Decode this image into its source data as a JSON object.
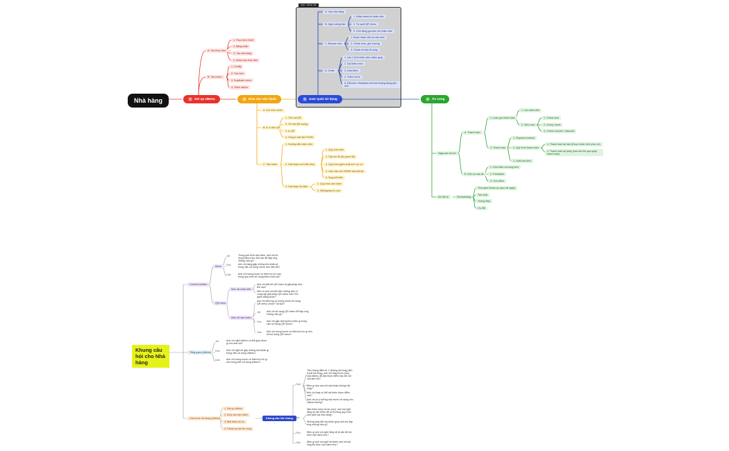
{
  "mindmap1": {
    "root": "Nhà hàng",
    "branches": [
      {
        "num": "1",
        "label": "Set up zMenu",
        "color": "#e8322b",
        "children": [
          {
            "label": "A.  Tạo thực đơn",
            "children": [
              "1.   Thực đơn Chiết",
              "2.   Bảng nhẫn",
              "3.   Tạo nhà hàng",
              "4.   Nhóm tạo thực đơn"
            ]
          },
          {
            "label": "B.  Tạo menu",
            "children": [
              "1.   Config",
              "2.   Tạo món",
              "3.   Duplicate menu",
              "4.   Thêm admin"
            ]
          }
        ]
      },
      {
        "num": "2",
        "label": "Đưa vào vận hành",
        "color": "#f2a60f",
        "children": [
          {
            "label": "A.  Gọi món chính",
            "children": []
          },
          {
            "label": "B.  In & dán QR",
            "children": [
              "1.   Thử mã QR",
              "2.   Tối mã QR xuống",
              "3.   In QR",
              "4.   Cũng ở dán Bộ POSM"
            ]
          },
          {
            "label": "C.  Vận hành",
            "children": [
              "1.   Hướng dẫn nhân viên",
              "2.   Giai đoạn mới triển khai",
              "3.   Giai đoạn ổn định"
            ]
          }
        ],
        "deep": {
          "C2": [
            "1.   Quy trình đơn",
            "2.   Tập tìm lỗi (Ko quen lỗi)",
            "3.   Quy trình giảm xuất sử lí sự cố",
            "4.   Làm việc với OWNR của đối tác",
            "5.   Sug phổ biến"
          ],
          "C3": [
            "1.   Quy trình vận hành",
            "2.   Willingness to use"
          ]
        }
      },
      {
        "num": "3",
        "label": "User quát sử dụng",
        "color": "#2b4ad6",
        "box_label": "User - Ghost role",
        "children": [
          {
            "label": "A.  Vào cửa hàng",
            "children": []
          },
          {
            "label": "B.  Ngồi xuống bàn",
            "children": [
              "1.   Nhận menu từ nhân viên",
              "2.   Tự quét QR menu",
              "3.   Chủ động gọi món với nhân viên"
            ]
          },
          {
            "label": "C.  Browse món",
            "children": [
              "1.   Được nhân viên tư vấn món",
              "2.   Check món, giá, hướng",
              "3.   Check rồi bạn đi cùng"
            ]
          },
          {
            "label": "D.  Order",
            "children": [
              "1.   Lần 1 (Khi nhân viên nhắm qua)",
              "2.   Gọi thêm món",
              "3.   Hóa thêm",
              "4.   Thêm nước",
              "5.   Đổi món / feedback khi món không đúng yêu cầu"
            ]
          }
        ]
      },
      {
        "num": "4",
        "label": "Ăn xong",
        "color": "#2aa52f",
        "children": [
          {
            "label": "Ngay sau khi ăn",
            "children": [
              "A.  Thanh toán",
              "B.  Dịch vụ sau ăn"
            ]
          },
          {
            "label": "Khi đã về",
            "children": [
              "Remarketing"
            ]
          }
        ],
        "deep": {
          "thanh_toan": [
            "1.   Lean gọi thanh toán",
            "2.   Thanh toán"
          ],
          "lean_goi": [
            "1.   Gọi nhân viên",
            "2.   Xem món"
          ],
          "xem_mon": [
            "1.   Check món",
            "2.   Group check",
            "3.   Check voucher / discount"
          ],
          "thanh_toan2": [
            "1.   Payment method",
            "2.   Quy trình thanh toán",
            "3.   Xuất hóa đơn"
          ],
          "quy_trinh": [
            "1.   Thanh toán tại bàn (Được nhân viên phục vụ)",
            "2.   Thanh toán tại quầy (sau cần khi qua quầy thanh toán)"
          ],
          "dich_vu": [
            "1.   Giới thiệu chương trình",
            "2.   Feedback",
            "3.   Tích điểm"
          ],
          "remarketing": [
            "Thời gian follow-up (sau vài ngày)",
            "Tần suất",
            "Thông điệp",
            "Ưu đãi"
          ]
        }
      }
    ]
  },
  "mindmap2": {
    "root": "Khung câu hỏi cho Nhà hàng",
    "sections": [
      {
        "label": "Current solution",
        "groups": [
          {
            "label": "Menu",
            "items": [
              {
                "tag": "Job",
                "text": "Trong quá trình vận hành, anh chị sử dụng Menu như thế nào để đáp ứng những việc gì?"
              },
              {
                "tag": "Pain",
                "text": "Anh chị đang gặp những khó khăn gì trong việc sử dụng menu như hiện tại?"
              },
              {
                "tag": "Gain",
                "text": "Anh chị mong muốn có thêm lợi ích nào trong quá trình sử dụng Menu hiện tại?"
              }
            ]
          },
          {
            "label": "QR menu",
            "sub": [
              {
                "label": "Mức độ nhận biết",
                "items": [
                  {
                    "tag": "",
                    "text": "Anh chị biết tới QR menu là giải pháp như thế nào?"
                  },
                  {
                    "tag": "",
                    "text": "Nếu có anh chị biết đến những đơn vị cung cấp giải pháp QR menu nào? Đo gánh bằng được?"
                  }
                ]
              },
              {
                "label": "Mức độ vận nhiều",
                "items": [
                  {
                    "tag": "",
                    "text": "Anh chị đã từng có mong muốn sử dụng QR menu chưa? Tại sao?"
                  },
                  {
                    "tag": "Job",
                    "text": "Anh chị sử dụng QR menu để đáp ứng những việc gì?"
                  },
                  {
                    "tag": "Pain",
                    "text": "Anh chị gặp những khó khăn gì trong việc sử dụng QR menu?"
                  },
                  {
                    "tag": "Gain",
                    "text": "Anh chị mong muốn có thêm lợi ích gì nếu khi sử dụng QR menu?"
                  }
                ]
              }
            ]
          }
        ]
      },
      {
        "label": "Tổng quan (zMenu)",
        "items": [
          {
            "tag": "Job",
            "text": "Anh chị nghĩ zMenu có thể giúp được gì cho anh chị?"
          },
          {
            "tag": "Pain",
            "text": "Anh chị nghĩ sẽ gặp những khó khăn gì trong việc sử dụng zMenu?"
          },
          {
            "tag": "Gain",
            "text": "Anh chị mong muốn có thêm lợi ích gì nếu trong việc sử dụng zMenu?"
          }
        ]
      },
      {
        "label": "Các bước sử dụng (zMenu)",
        "steps": [
          "1.   Set up zMenu",
          "2.   Đưa vào vận hành",
          "3.   Biết thiếu tối ưu",
          "4.   Follow up khi ăn xong"
        ],
        "topic": "Khung câu hỏi chung",
        "questions": [
          {
            "tag": "Obs?",
            "items": [
              "Trên thang điểm từ 1 (không hài lòng) đến 5 (rất hài lòng), anh chị thấy bước (xxx) của zMenu đã đạt được điểm nào đối với của anh chị?",
              "Điều gì làm anh chị cảm thấy không/ hài lòng?",
              "Anh chị thấy có thể cải thiện được điểm nào?",
              "Anh chị có ý tưởng nào muốn sử dụng cho zMenu không?"
            ]
          },
          {
            "tag": "Job",
            "items": [
              "Nếu thêm (nhu) bước (xxx), anh chị nghĩ rằng sẽ cần thêm để có thường quy trình vận hành tại nhà hàng?",
              "Những thay đổi cần thêm giúp anh chị đáp ứng những việc gì?"
            ]
          },
          {
            "tag": "Pain",
            "items": [
              "Điều gì anh chị nghĩ rằng sẽ là vấn đề khi thực vận hành như?"
            ]
          },
          {
            "tag": "Gain",
            "items": [
              "Điều gì anh chị nghĩ sẽ khiến anh chị hài lòng khi thực vận hành như?"
            ]
          }
        ]
      }
    ]
  }
}
